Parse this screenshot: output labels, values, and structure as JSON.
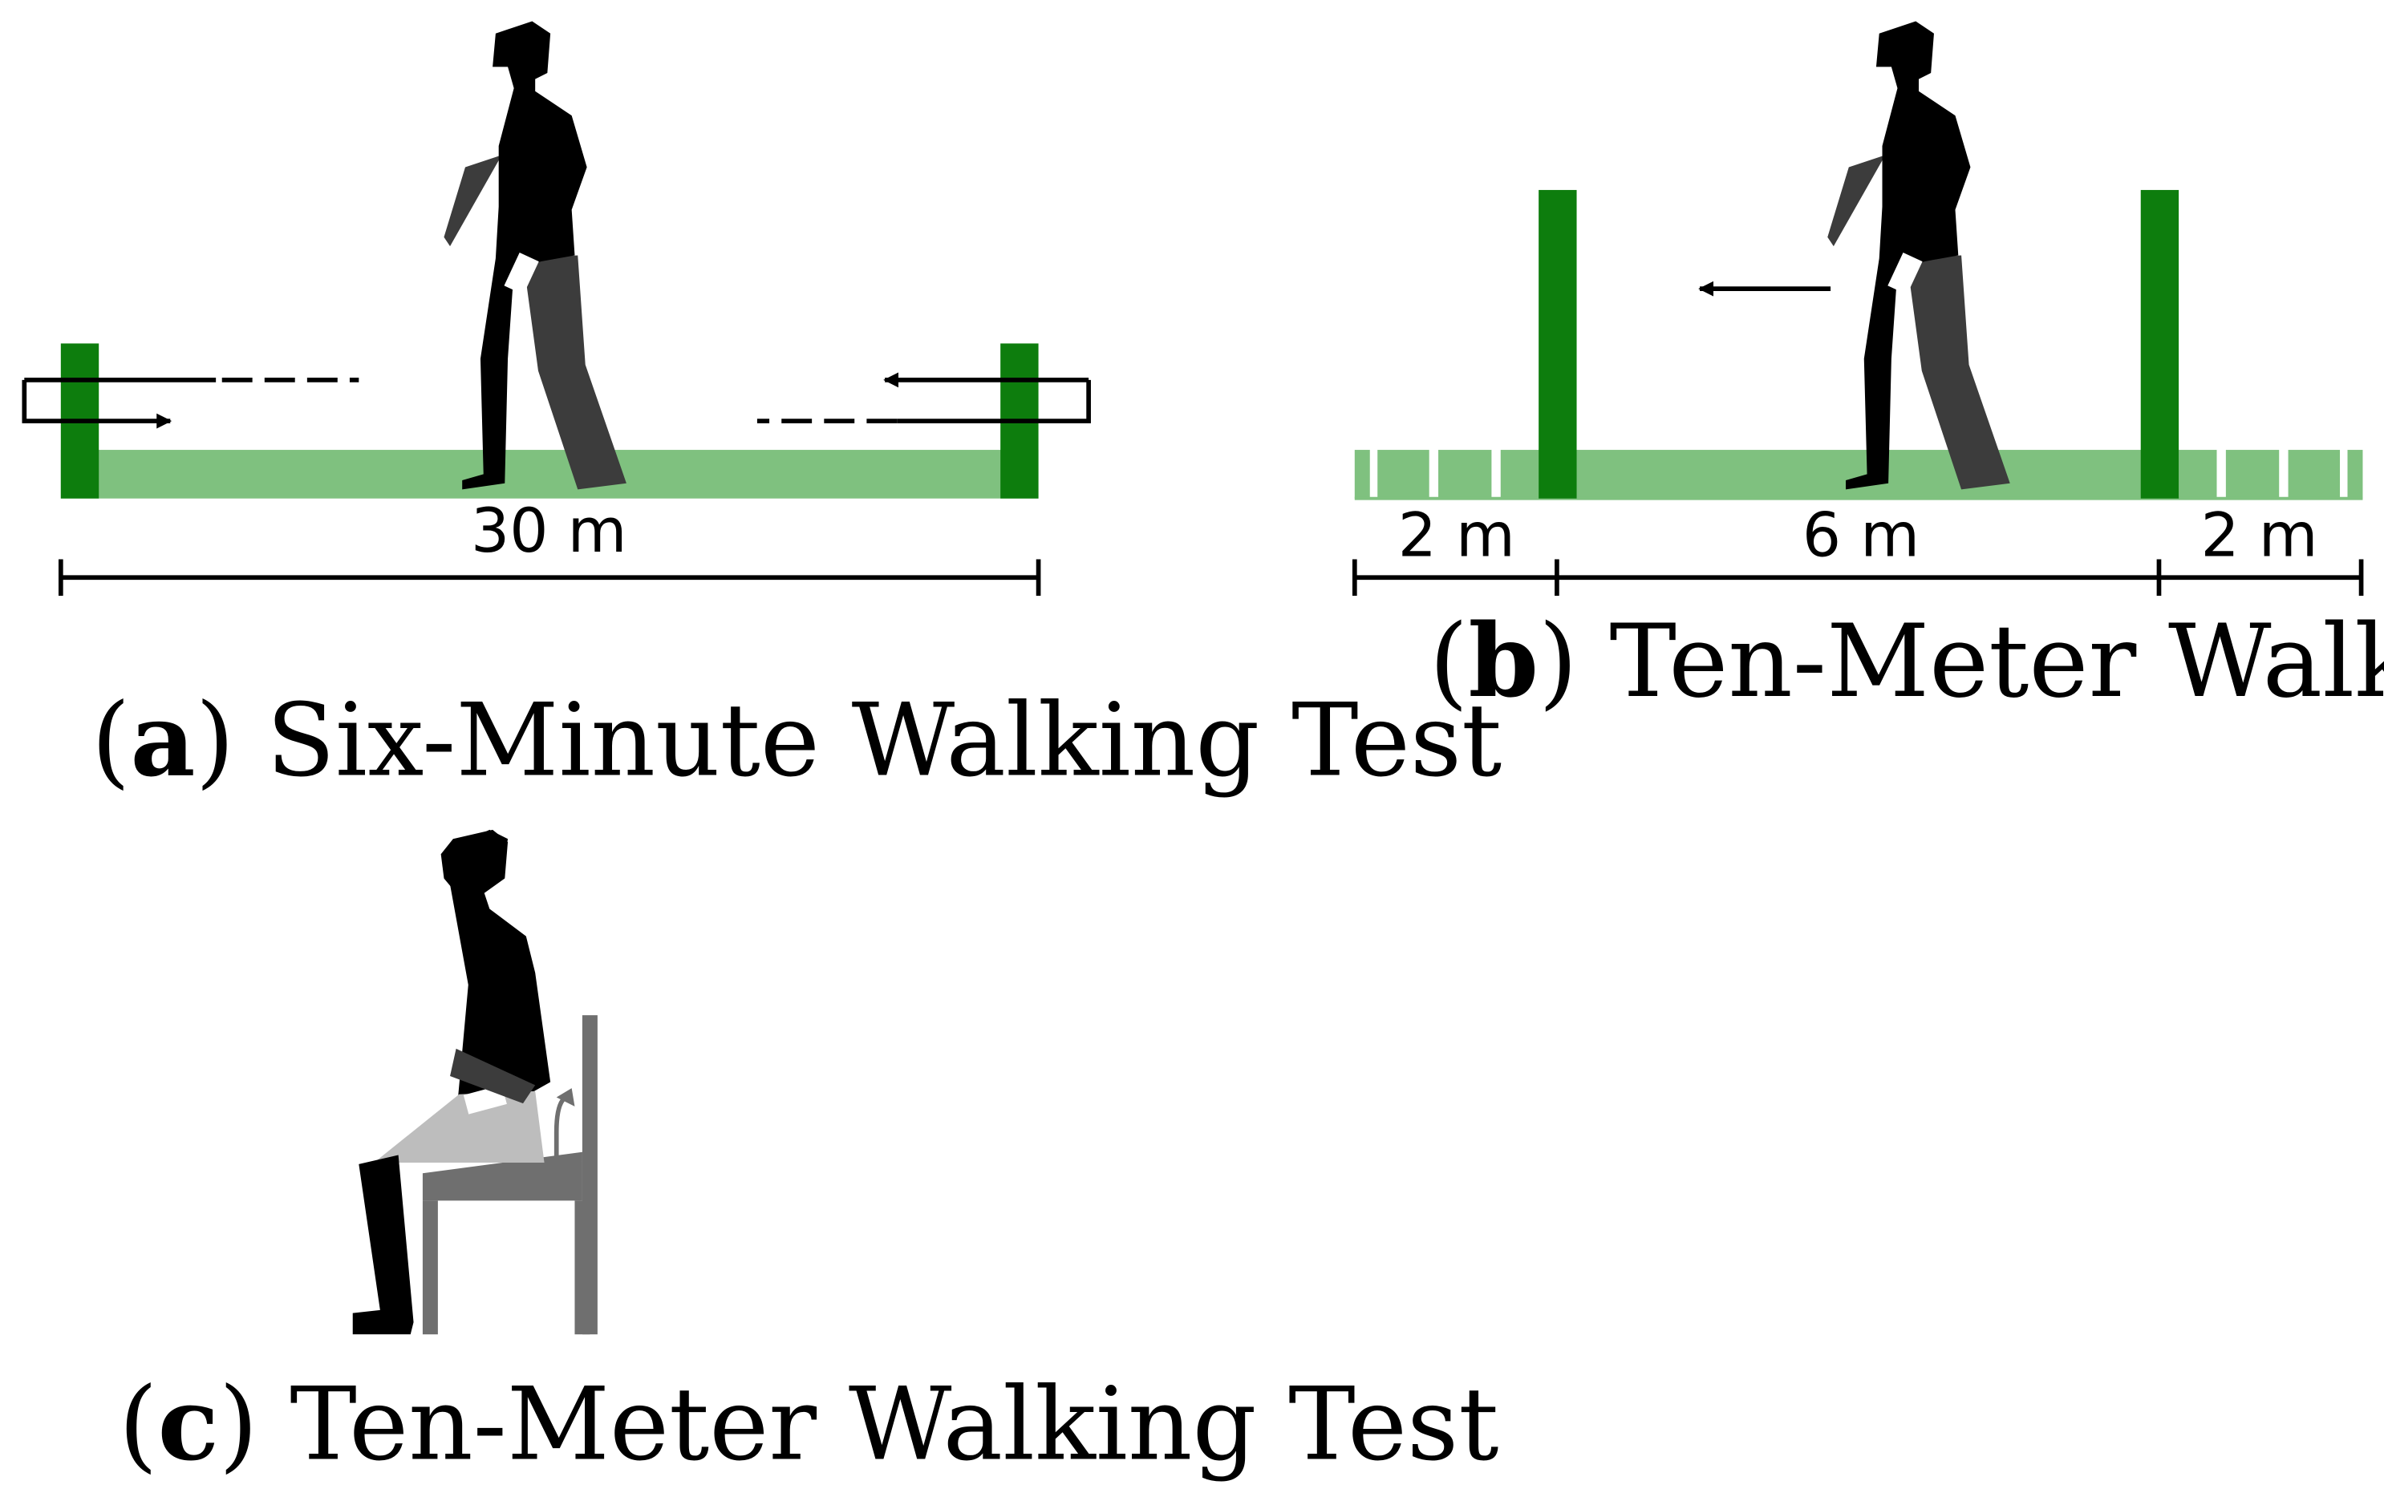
{
  "panel_a": {
    "distance_label": "30 m",
    "caption_letter": "a",
    "caption_title": "Six-Minute Walking Test"
  },
  "panel_b": {
    "segment_labels": [
      "2 m",
      "6 m",
      "2 m"
    ],
    "caption_letter": "b",
    "caption_title": "Ten-Meter Walking Test"
  },
  "panel_c": {
    "caption_letter": "c",
    "caption_title": "Ten-Meter Walking Test"
  },
  "colors": {
    "track_green": "#7fc17f",
    "marker_green": "#0d7d0d",
    "figure_black": "#000000",
    "far_limb_grey": "#3c3c3c",
    "chair_grey": "#6f6f6f",
    "thigh_light_grey": "#bdbdbd"
  }
}
